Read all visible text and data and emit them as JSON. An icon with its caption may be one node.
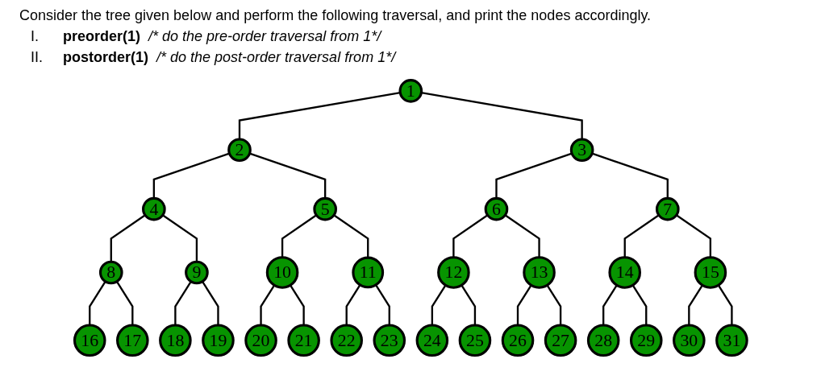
{
  "diagram": {
    "title": "Consider the tree given below and perform the following traversal, and print the nodes accordingly.",
    "nodes": [
      {
        "text": [
          "1"
        ]
      },
      {
        "text": [
          "2"
        ]
      },
      {
        "text": [
          "3"
        ]
      },
      {
        "text": [
          "4"
        ]
      },
      {
        "text": [
          "5"
        ]
      },
      {
        "text": [
          "6"
        ]
      },
      {
        "text": [
          "7"
        ]
      },
      {
        "text": [
          "8"
        ]
      },
      {
        "text": [
          "9"
        ]
      },
      {
        "text": [
          "10"
        ]
      },
      {
        "text": [
          "11"
        ]
      },
      {
        "text": [
          "12"
        ]
      },
      {
        "text": [
          "13"
        ]
      },
      {
        "text": [
          "14"
        ]
      },
      {
        "text": [
          "15"
        ]
      },
      {
        "text": [
          "16"
        ]
      },
      {
        "text": [
          "17"
        ]
      },
      {
        "text": [
          "18"
        ]
      },
      {
        "text": [
          "19"
        ]
      },
      {
        "text": [
          "20"
        ]
      },
      {
        "text": [
          "21"
        ]
      },
      {
        "text": [
          "22"
        ]
      },
      {
        "text": [
          "23"
        ]
      },
      {
        "text": [
          "24"
        ]
      },
      {
        "text": [
          "25"
        ]
      },
      {
        "text": [
          "26"
        ]
      },
      {
        "text": [
          "27"
        ]
      },
      {
        "text": [
          "28"
        ]
      },
      {
        "text": [
          "29"
        ]
      },
      {
        "text": [
          "30"
        ]
      },
      {
        "text": [
          "31"
        ]
      }
    ],
    "edges": [
      {
        "from": 0,
        "to": 1,
        "arrow": "none"
      },
      {
        "from": 0,
        "to": 2,
        "arrow": "none"
      },
      {
        "from": 1,
        "to": 3,
        "arrow": "none"
      },
      {
        "from": 1,
        "to": 4,
        "arrow": "none"
      },
      {
        "from": 2,
        "to": 5,
        "arrow": "none"
      },
      {
        "from": 2,
        "to": 6,
        "arrow": "none"
      },
      {
        "from": 3,
        "to": 7,
        "arrow": "none"
      },
      {
        "from": 3,
        "to": 8,
        "arrow": "none"
      },
      {
        "from": 4,
        "to": 9,
        "arrow": "none"
      },
      {
        "from": 4,
        "to": 10,
        "arrow": "none"
      },
      {
        "from": 5,
        "to": 11,
        "arrow": "none"
      },
      {
        "from": 5,
        "to": 12,
        "arrow": "none"
      },
      {
        "from": 6,
        "to": 13,
        "arrow": "none"
      },
      {
        "from": 6,
        "to": 14,
        "arrow": "none"
      },
      {
        "from": 7,
        "to": 15,
        "arrow": "none"
      },
      {
        "from": 7,
        "to": 16,
        "arrow": "none"
      },
      {
        "from": 8,
        "to": 17,
        "arrow": "none"
      },
      {
        "from": 8,
        "to": 18,
        "arrow": "none"
      },
      {
        "from": 9,
        "to": 19,
        "arrow": "none"
      },
      {
        "from": 9,
        "to": 20,
        "arrow": "none"
      },
      {
        "from": 10,
        "to": 21,
        "arrow": "none"
      },
      {
        "from": 10,
        "to": 22,
        "arrow": "none"
      },
      {
        "from": 11,
        "to": 23,
        "arrow": "none"
      },
      {
        "from": 11,
        "to": 24,
        "arrow": "none"
      },
      {
        "from": 12,
        "to": 25,
        "arrow": "none"
      },
      {
        "from": 12,
        "to": 26,
        "arrow": "none"
      },
      {
        "from": 13,
        "to": 27,
        "arrow": "none"
      },
      {
        "from": 13,
        "to": 28,
        "arrow": "none"
      },
      {
        "from": 14,
        "to": 29,
        "arrow": "none"
      },
      {
        "from": 14,
        "to": 30,
        "arrow": "none"
      }
    ],
    "labels": [
      "I.",
      "preorder(1)",
      "/* do the pre-order traversal from 1*/",
      "II.",
      "postorder(1)",
      "/* do the post-order traversal from 1*/"
    ]
  }
}
